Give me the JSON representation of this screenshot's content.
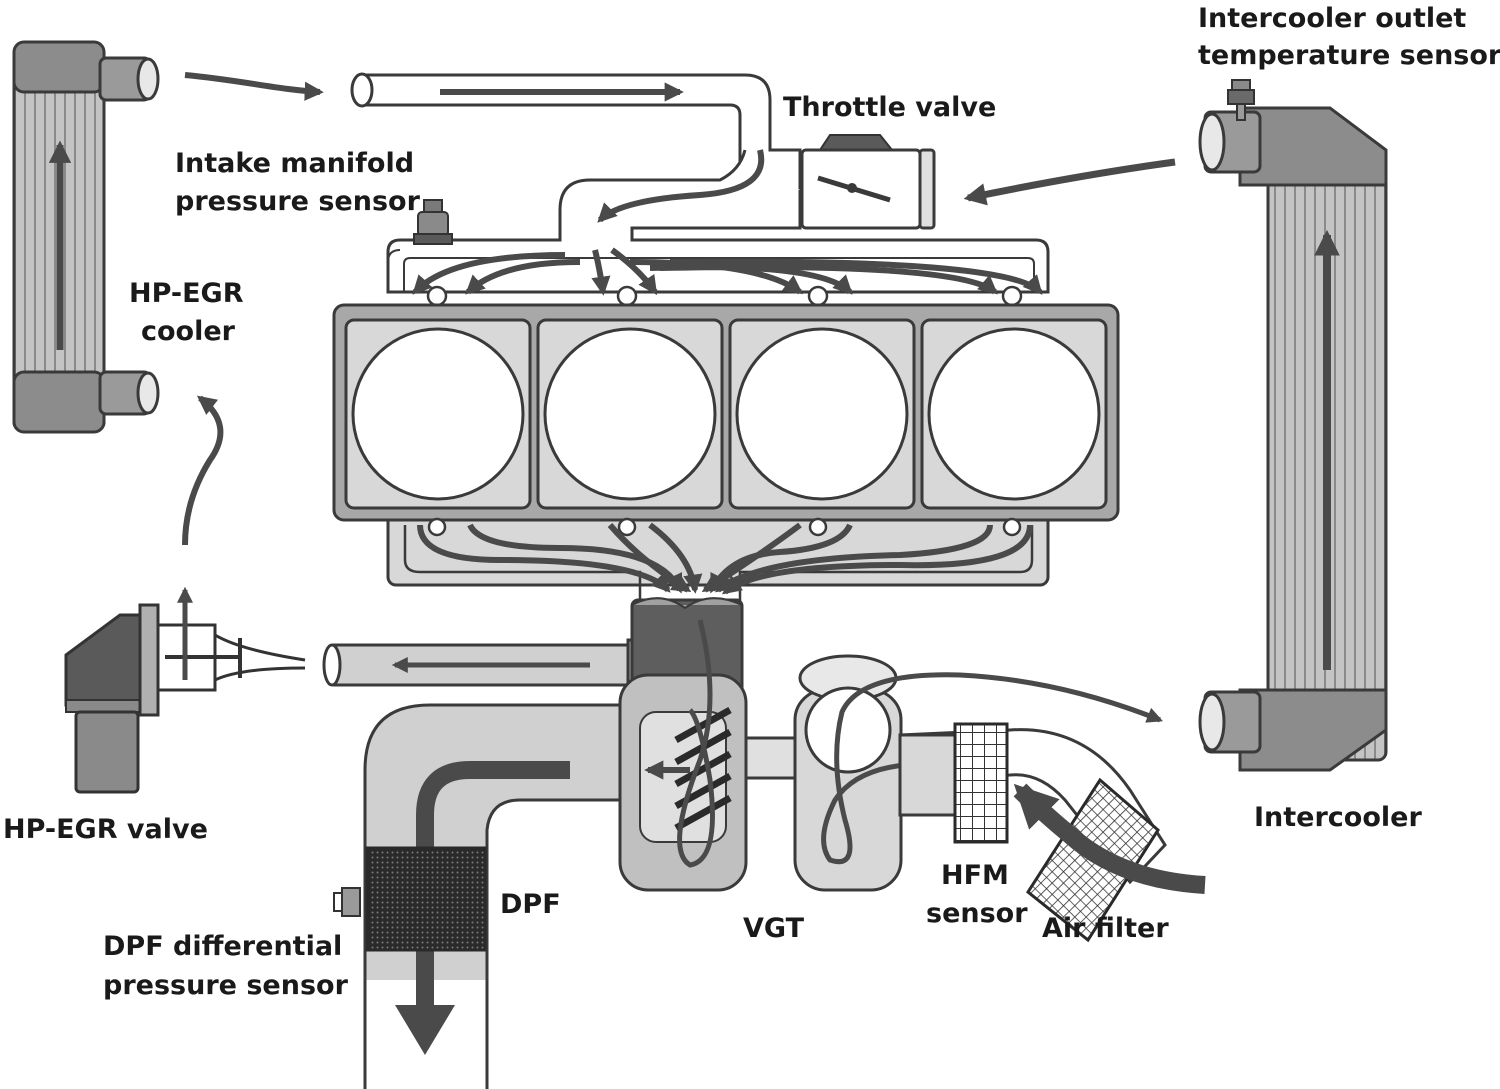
{
  "labels": {
    "intercooler_outlet_line1": "Intercooler outlet",
    "intercooler_outlet_line2": "temperature sensor",
    "throttle_valve": "Throttle valve",
    "intake_manifold_line1": "Intake manifold",
    "intake_manifold_line2": "pressure sensor",
    "hp_egr_cooler_line1": "HP-EGR",
    "hp_egr_cooler_line2": "cooler",
    "hp_egr_valve": "HP-EGR valve",
    "intercooler": "Intercooler",
    "dpf": "DPF",
    "dpf_sensor_line1": "DPF differential",
    "dpf_sensor_line2": "pressure sensor",
    "vgt": "VGT",
    "hfm_line1": "HFM",
    "hfm_line2": "sensor",
    "air_filter": "Air filter"
  },
  "colors": {
    "arrow": "#4a4a4a",
    "outline": "#3a3a3a",
    "light_fill": "#d8d8d8",
    "mid_fill": "#a8a8a8",
    "dark_fill": "#5e5e5e"
  },
  "cylinder_count": 4
}
